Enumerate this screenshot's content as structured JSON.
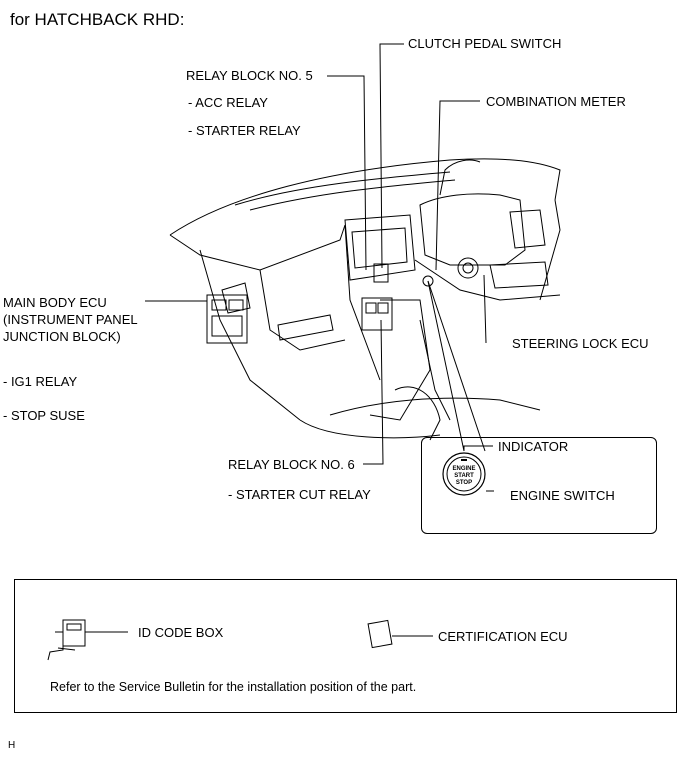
{
  "title": "for HATCHBACK RHD:",
  "callouts": {
    "relay_block_5": "RELAY BLOCK NO. 5",
    "acc_relay": "- ACC RELAY",
    "starter_relay": "- STARTER RELAY",
    "clutch_pedal_switch": "CLUTCH PEDAL SWITCH",
    "combination_meter": "COMBINATION METER",
    "main_body_ecu_1": "MAIN BODY ECU",
    "main_body_ecu_2": "(INSTRUMENT PANEL",
    "main_body_ecu_3": "JUNCTION BLOCK)",
    "ig1_relay": "- IG1 RELAY",
    "stop_fuse": "- STOP SUSE",
    "steering_lock_ecu": "STEERING LOCK ECU",
    "relay_block_6": "RELAY BLOCK NO. 6",
    "starter_cut_relay": "- STARTER CUT RELAY",
    "indicator": "INDICATOR",
    "engine_switch": "ENGINE SWITCH"
  },
  "engine_button": {
    "line1": "ENGINE",
    "line2": "START",
    "line3": "STOP"
  },
  "legend": {
    "id_code_box": "ID CODE BOX",
    "certification_ecu": "CERTIFICATION ECU",
    "note": "Refer to the Service Bulletin for the installation position of the part."
  },
  "footer_code": "H"
}
